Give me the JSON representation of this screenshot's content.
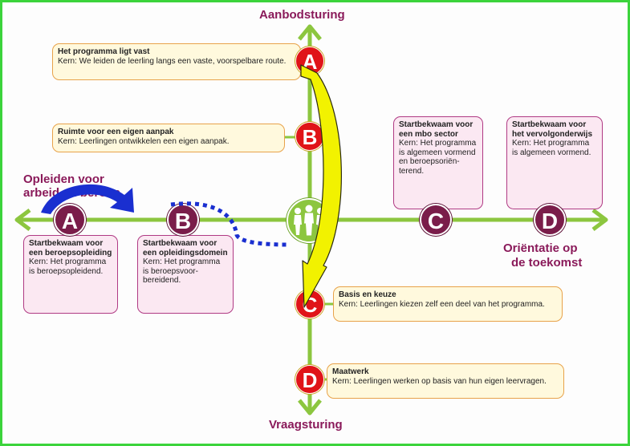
{
  "axes": {
    "top": "Aanbodsturing",
    "bottom": "Vraagsturing",
    "left_line1": "Opleiden voor",
    "left_line2": "arbeid en beroep",
    "right_line1": "Oriëntatie op",
    "right_line2": "de toekomst"
  },
  "vertical": {
    "A": {
      "letter": "A",
      "title": "Het programma ligt vast",
      "kern": "Kern: We leiden de leerling langs een vaste, voorspelbare route."
    },
    "B": {
      "letter": "B",
      "title": "Ruimte voor een eigen aanpak",
      "kern": "Kern: Leerlingen ontwikkelen een eigen aanpak."
    },
    "C": {
      "letter": "C",
      "title": "Basis en keuze",
      "kern": "Kern: Leerlingen kiezen zelf een deel van het programma."
    },
    "D": {
      "letter": "D",
      "title": "Maatwerk",
      "kern": "Kern: Leerlingen werken op basis van hun eigen leervragen."
    }
  },
  "horizontal": {
    "A": {
      "letter": "A",
      "title": "Startbekwaam voor een be­roepsopleiding",
      "kern": "Kern: Het programma is beroepsop­leidend."
    },
    "B": {
      "letter": "B",
      "title": "Startbekwaam voor een oplei­dingsdomein",
      "kern": "Kern: Het programma is beroepsvoor­bereidend."
    },
    "C": {
      "letter": "C",
      "title": "Startbekwaam voor een mbo sector",
      "kern": "Kern: Het pro­gramma is alge­meen vormend en beroepsoriën­terend."
    },
    "D": {
      "letter": "D",
      "title": "Startbekwaam voor het ver­volgonderwijs",
      "kern": "Kern: Het programma is algemeen vormend."
    }
  },
  "colors": {
    "axis_green": "#8cc63f",
    "title_purple": "#8a1a5a",
    "circle_red": "#e01418",
    "circle_purple": "#7a1d4a",
    "arrow_blue": "#1a2fd0",
    "arrow_yellow": "#f2f200",
    "frame_green": "#3cd43c"
  },
  "icons": [
    "people-group-icon",
    "curved-arrow-icon",
    "dotted-arrow-icon"
  ]
}
